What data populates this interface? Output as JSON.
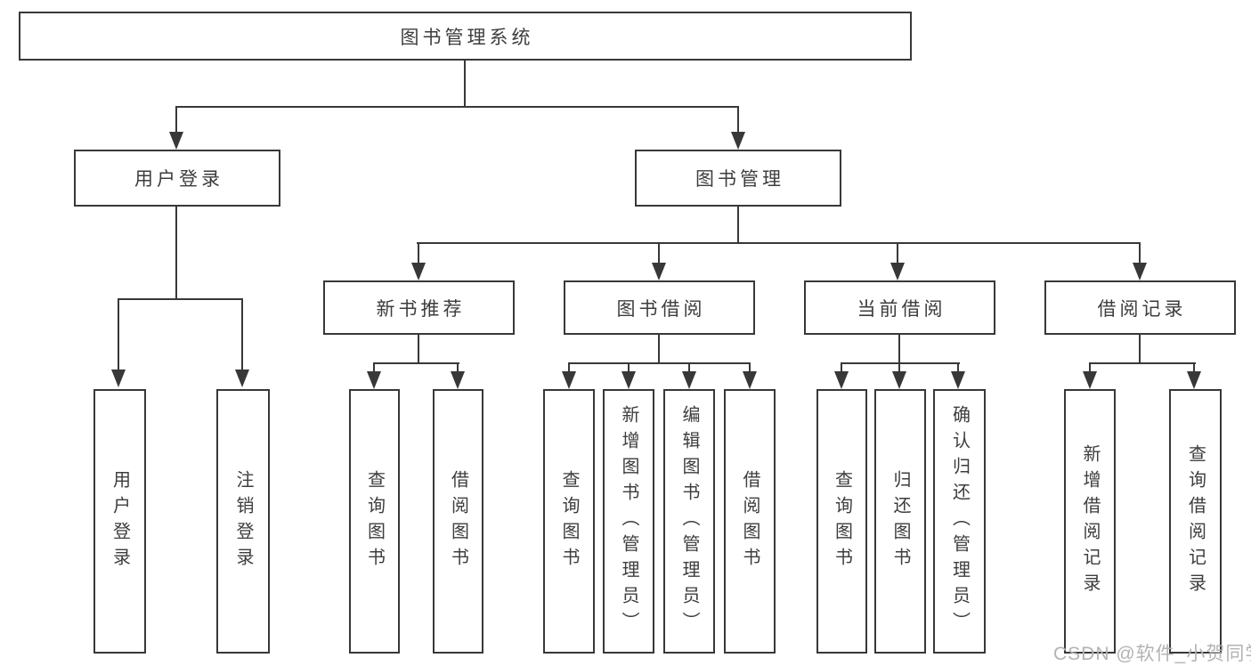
{
  "diagram": {
    "root": {
      "label": "图书管理系统",
      "children": [
        {
          "label": "用户登录",
          "children": [
            {
              "label": "用户登录"
            },
            {
              "label": "注销登录"
            }
          ]
        },
        {
          "label": "图书管理",
          "children": [
            {
              "label": "新书推荐",
              "children": [
                {
                  "label": "查询图书"
                },
                {
                  "label": "借阅图书"
                }
              ]
            },
            {
              "label": "图书借阅",
              "children": [
                {
                  "label": "查询图书"
                },
                {
                  "label": "新增图书（管理员）"
                },
                {
                  "label": "编辑图书（管理员）"
                },
                {
                  "label": "借阅图书"
                }
              ]
            },
            {
              "label": "当前借阅",
              "children": [
                {
                  "label": "查询图书"
                },
                {
                  "label": "归还图书"
                },
                {
                  "label": "确认归还（管理员）"
                }
              ]
            },
            {
              "label": "借阅记录",
              "children": [
                {
                  "label": "新增借阅记录"
                },
                {
                  "label": "查询借阅记录"
                }
              ]
            }
          ]
        }
      ]
    }
  },
  "watermark": {
    "text": "CSDN @软件_小贺同学",
    "color": "#b3b3b3"
  },
  "colors": {
    "background": "#ffffff",
    "line": "#383838",
    "text": "#3d3d3d",
    "box_fill": "#ffffff"
  }
}
